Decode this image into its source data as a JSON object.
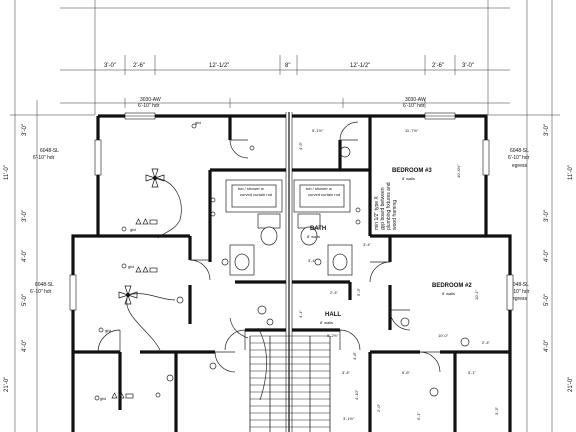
{
  "top_dims": [
    "3'-0\"",
    "2'-6\"",
    "12'-1/2\"",
    "8\"",
    "12'-1/2\"",
    "2'-6\"",
    "3'-0\""
  ],
  "windows_top": [
    "3030-AW",
    "6'-10\" hdr",
    "3030-AW",
    "6'-10\" hdr"
  ],
  "windows_side": {
    "left_upper": [
      "6048-SL",
      "6'-10\" hdr"
    ],
    "right_upper": [
      "6048-SL",
      "6'-10\" hdr",
      "egress"
    ],
    "left_lower": [
      "6048-SL",
      "6'-10\" hdr"
    ],
    "right_lower": [
      "6048-SL",
      "6'-10\" hdr",
      "egress"
    ]
  },
  "left_side_dims": [
    "3'-0\"",
    "11'-0\"",
    "3'-0\"",
    "4'-0\"",
    "5'-0\"",
    "4'-0\"",
    "21'-0\""
  ],
  "right_side_dims": [
    "3'-0\"",
    "11'-0\"",
    "3'-0\"",
    "4'-0\"",
    "5'-0\"",
    "4'-0\"",
    "21'-0\""
  ],
  "rooms": {
    "bedroom3": {
      "name": "BEDROOM #3",
      "sub": "8' walls"
    },
    "bedroom2": {
      "name": "BEDROOM #2",
      "sub": "8' walls"
    },
    "bath": {
      "name": "BATH",
      "sub": "8' walls"
    },
    "hall": {
      "name": "HALL",
      "sub": "8' walls"
    }
  },
  "tub_labels": [
    "tub / shower w",
    "curved curtain rod",
    "tub / shower w",
    "curved curtain rod"
  ],
  "note_lines": [
    "min 1/2\" type X",
    "gyp board between",
    "plumbing fixtures and",
    "wood framing"
  ],
  "interior_dims": {
    "d_5_1half": "5'-1½\"",
    "d_11_7half": "11'-7½\"",
    "d_4_9": "4'-9\"",
    "d_10_4half": "10'-4½\"",
    "d_3_4": "3'-4\"",
    "d_2_4": "2'-4\"",
    "d_10_1": "10'-1\"",
    "d_5_3": "5'-3\"",
    "d_4_1": "4'-1\"",
    "d_5_2half": "5'-2½\"",
    "d_10_0": "10'-0\"",
    "d_2_4b": "2'-4\"",
    "d_4_8": "4'-8\"",
    "d_6_6": "6'-6\"",
    "d_5_1": "5'-1\"",
    "d_3_4b": "3'-4\"",
    "d_4_10": "4'-10\"",
    "d_3_1half": "3'-1½\"",
    "d_2_0": "2'-0\"",
    "d_6_1": "6'-1\"",
    "d_3_3": "3'-3\"",
    "d_3_4c": "3'-4\""
  },
  "outlet_label": "gfci"
}
